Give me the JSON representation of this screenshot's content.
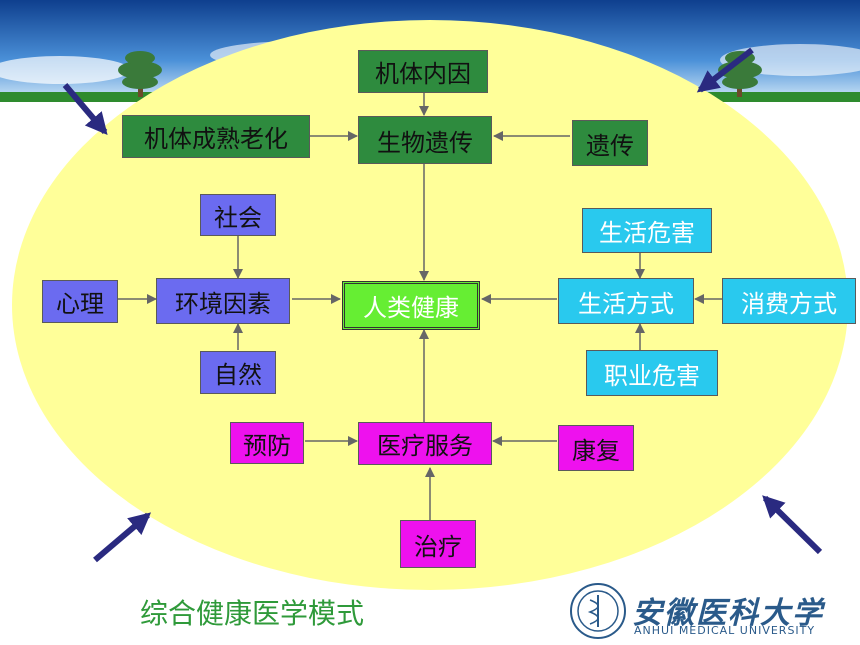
{
  "nodes": {
    "jiti_neiyin": "机体内因",
    "jiti_chengshu": "机体成熟老化",
    "shengwu_yichuan": "生物遗传",
    "yichuan": "遗传",
    "shehui": "社会",
    "xinli": "心理",
    "huanjing": "环境因素",
    "ziran": "自然",
    "renlei_jiankang": "人类健康",
    "shenghuo_weihai": "生活危害",
    "shenghuo_fangshi": "生活方式",
    "xiaofei_fangshi": "消费方式",
    "zhiye_weihai": "职业危害",
    "yufang": "预防",
    "yiliao_fuwu": "医疗服务",
    "kangfu": "康复",
    "zhiliao": "治疗"
  },
  "caption": "综合健康医学模式",
  "logo": {
    "name_cn": "安徽医科大学",
    "name_en": "ANHUI MEDICAL UNIVERSITY",
    "emblem_icon": "university-emblem-icon"
  },
  "colors": {
    "sky": "#1f5fb0",
    "ellipse": "#ffff99",
    "green_box": "#2e8b3e",
    "blue_box": "#6b6bf0",
    "cyan_box": "#29c9ee",
    "magenta_box": "#ee11ee",
    "center_box": "#66ee33",
    "corner_arrow": "#2a2a80"
  }
}
